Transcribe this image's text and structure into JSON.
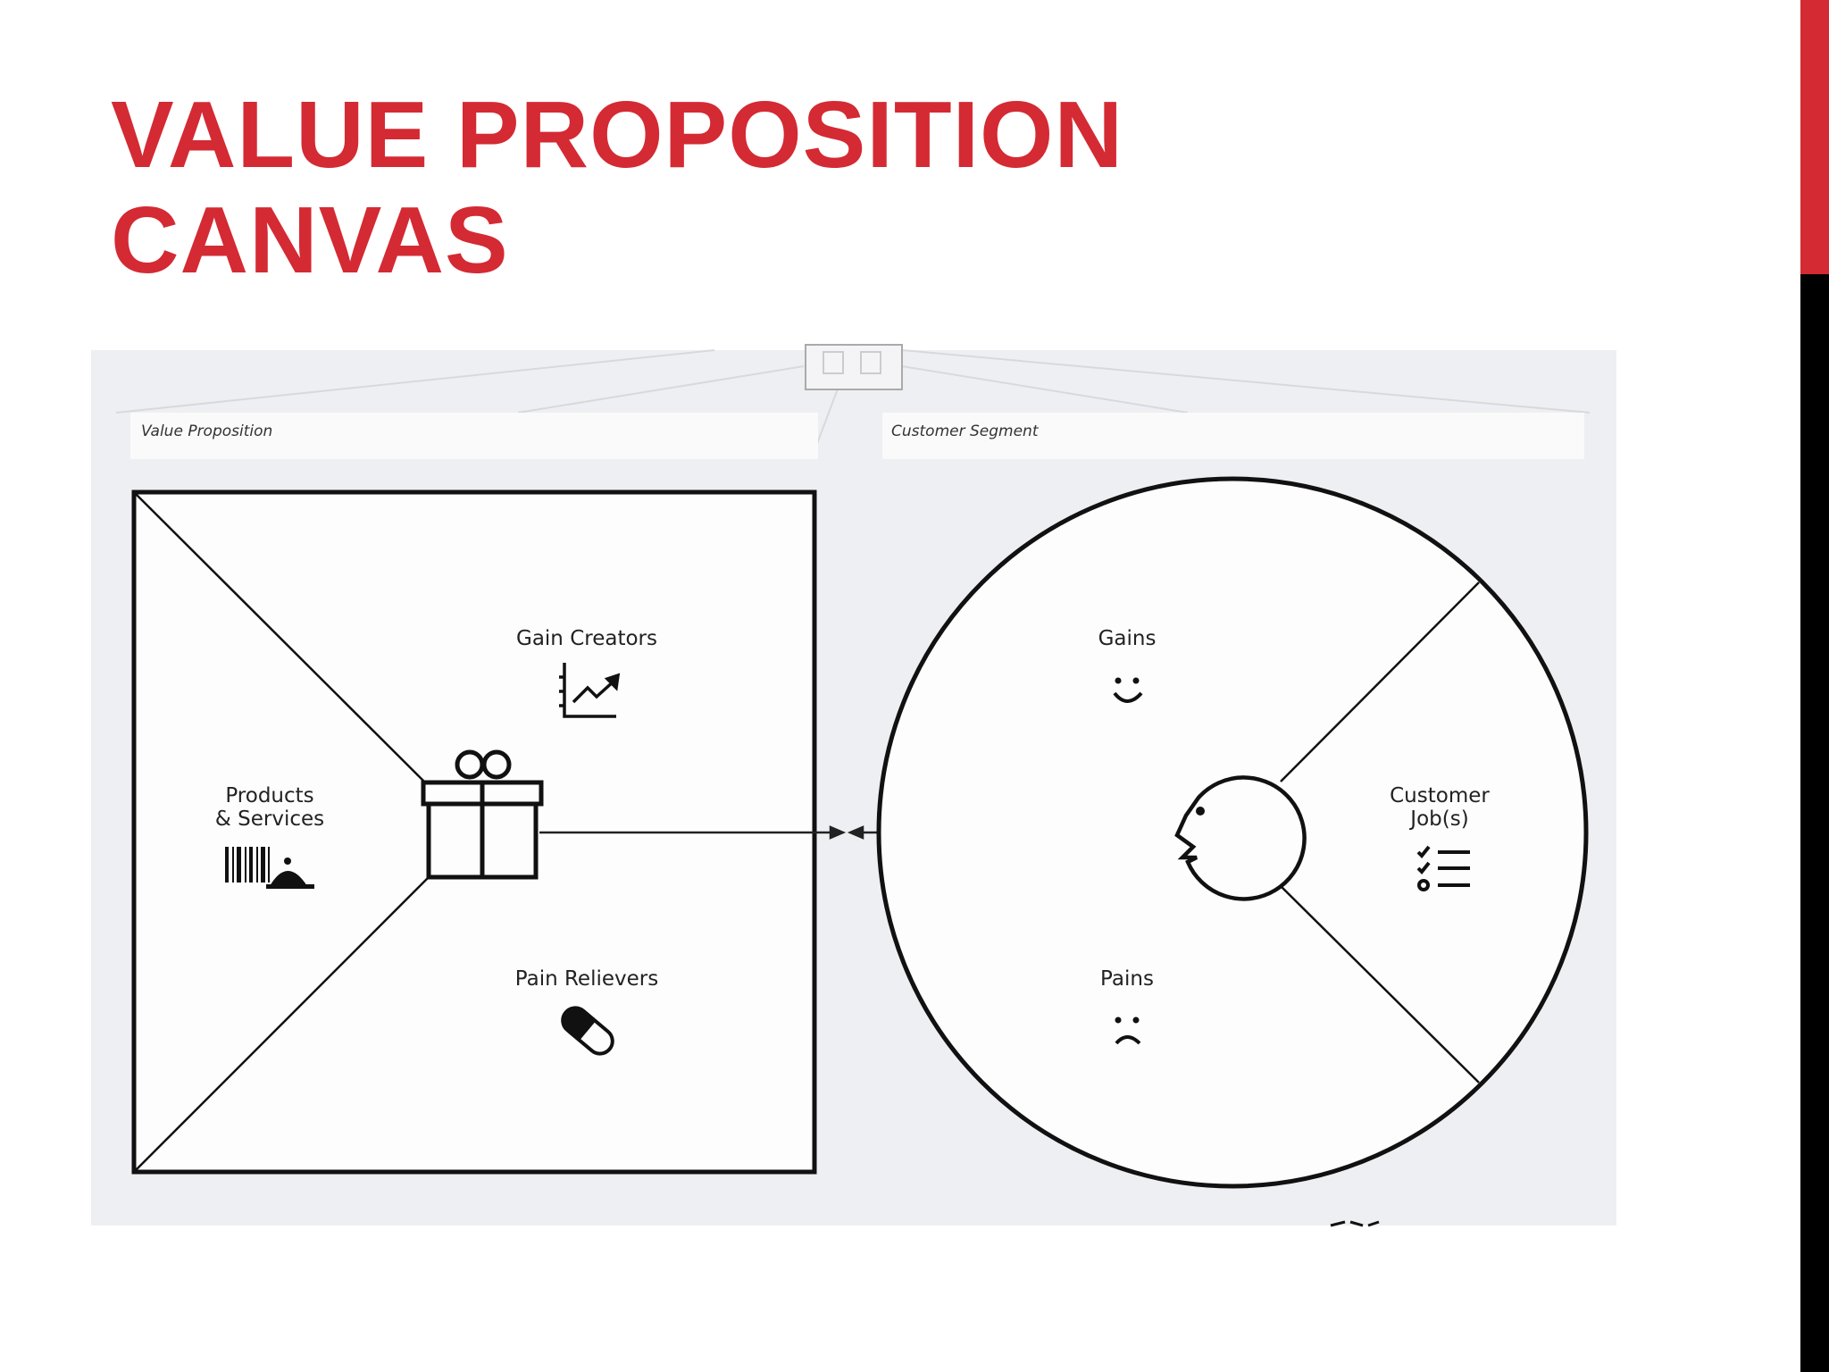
{
  "title": {
    "line1": "VALUE PROPOSITION",
    "line2": "CANVAS"
  },
  "colors": {
    "title_red": "#d42a33",
    "canvas_bg": "#eeeff2",
    "ink": "#111111"
  },
  "canvas": {
    "value_proposition_header": "Value Proposition",
    "customer_segment_header": "Customer Segment",
    "gain_creators": "Gain Creators",
    "products_line1": "Products",
    "products_line2": "& Services",
    "pain_relievers": "Pain Relievers",
    "gains": "Gains",
    "customer_jobs_line1": "Customer",
    "customer_jobs_line2": "Job(s)",
    "pains": "Pains"
  },
  "icons": {
    "gain_creators": "chart-up-icon",
    "products": "barcode-bell-icon",
    "pain_relievers": "pill-icon",
    "value_map_center": "gift-icon",
    "gains": "smile-icon",
    "customer_jobs": "checklist-icon",
    "pains": "frown-icon",
    "customer_center": "face-profile-icon"
  }
}
